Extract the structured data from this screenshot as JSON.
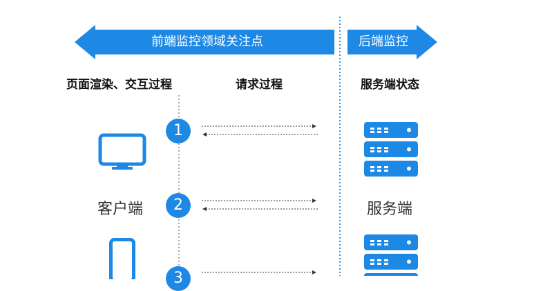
{
  "header": {
    "frontend_arrow_label": "前端监控领域关注点",
    "backend_arrow_label": "后端监控"
  },
  "columns": {
    "render_interaction": "页面渲染、交互过程",
    "request_process": "请求过程",
    "server_status": "服务端状态"
  },
  "labels": {
    "client": "客户端",
    "server": "服务端"
  },
  "steps": [
    "1",
    "2",
    "3"
  ],
  "colors": {
    "accent": "#1e88e5",
    "divider": "#2196f3",
    "text": "#111111"
  },
  "icons": [
    "desktop-monitor-icon",
    "mobile-phone-icon",
    "server-rack-icon"
  ]
}
